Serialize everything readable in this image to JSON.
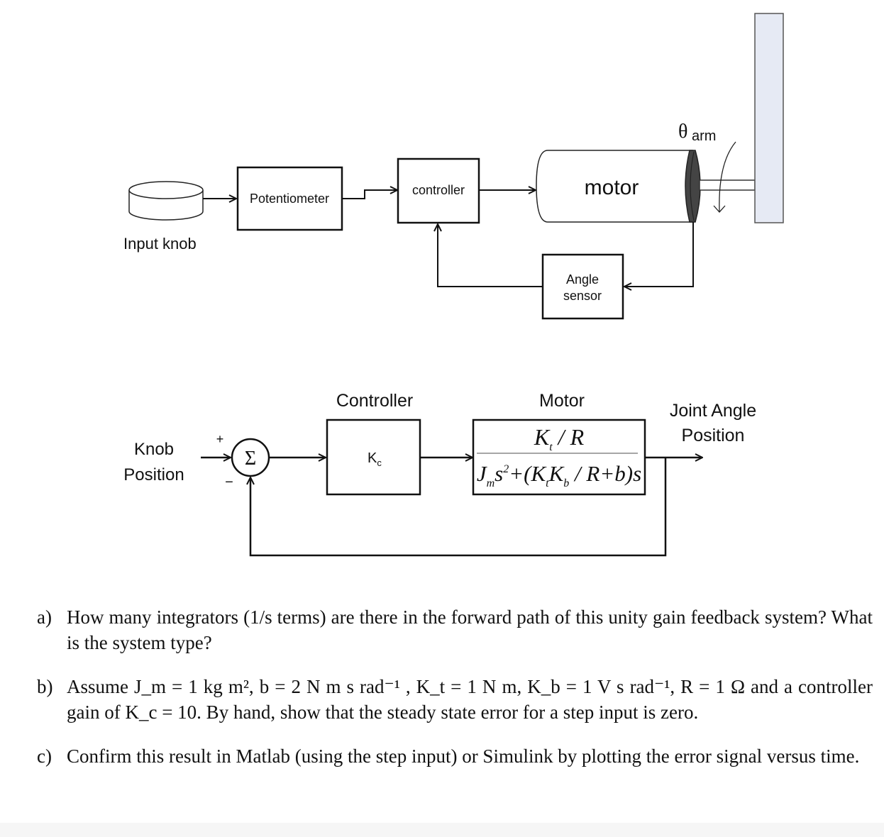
{
  "physical_diagram": {
    "input_knob_label": "Input knob",
    "potentiometer_label": "Potentiometer",
    "controller_label": "controller",
    "motor_label": "motor",
    "angle_sensor_label_line1": "Angle",
    "angle_sensor_label_line2": "sensor",
    "theta_symbol": "θ",
    "theta_subscript": "arm",
    "arm_color": "#e6eaf4",
    "motor_cap_color": "#444444"
  },
  "block_diagram": {
    "input_label_line1": "Knob",
    "input_label_line2": "Position",
    "plus_sign": "+",
    "minus_sign": "−",
    "summing_symbol": "Σ",
    "controller_title": "Controller",
    "controller_gain": "K",
    "controller_gain_sub": "c",
    "motor_title": "Motor",
    "tf_numerator": "K_t / R",
    "tf_denominator": "J_m s² + (K_t K_b / R + b) s",
    "output_label_line1": "Joint Angle",
    "output_label_line2": "Position"
  },
  "questions": [
    {
      "label": "a)",
      "text": "How many integrators (1/s terms) are there in the forward path of this unity gain feedback system? What is the system type?"
    },
    {
      "label": "b)",
      "text": "Assume J_m = 1 kg m², b = 2 N m s rad⁻¹ , K_t = 1 N m, K_b = 1 V s rad⁻¹, R = 1 Ω and a controller gain of K_c = 10. By hand, show that the steady state error for a step input is zero."
    },
    {
      "label": "c)",
      "text": "Confirm this result in Matlab (using the step input) or Simulink by plotting the error signal versus time."
    }
  ],
  "question_b_parts": {
    "assume": "Assume",
    "Jm_sym": "J",
    "Jm_sub": "m",
    "Jm_val": "=1 kg m",
    "Jm_exp": "2",
    "b_sym": "b",
    "b_val": "=2 N m s rad",
    "neg1": "−1",
    "Kt_sym": "K",
    "Kt_sub": "t",
    "Kt_val": "=1 N m,",
    "Kb_sym": "K",
    "Kb_sub": "b",
    "Kb_val": "=1 V s rad",
    "R_sym": "R",
    "R_val": "=1 Ω and a controller gain of",
    "Kc_sym": "K",
    "Kc_sub": "c",
    "Kc_val": "=10. By hand, show that the steady state error for a step input is zero."
  }
}
